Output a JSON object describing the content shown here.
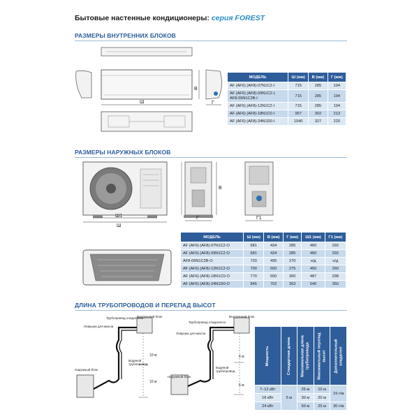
{
  "title": {
    "main": "Бытовые настенные кондиционеры:",
    "series": "серия FOREST"
  },
  "sections": {
    "indoor": "РАЗМЕРЫ ВНУТРЕННИХ БЛОКОВ",
    "outdoor": "РАЗМЕРЫ НАРУЖНЫХ БЛОКОВ",
    "piping": "ДЛИНА ТРУБОПРОВОДОВ И ПЕРЕПАД ВЫСОТ"
  },
  "indoor_dims": {
    "w": "Ш",
    "h": "В",
    "d": "Г"
  },
  "outdoor_dims": {
    "w": "Ш",
    "w1": "Ш1",
    "h": "В",
    "d": "Г",
    "d1": "Г1"
  },
  "indoor_table": {
    "headers": [
      "МОДЕЛЬ",
      "Ш (мм)",
      "В (мм)",
      "Г (мм)"
    ],
    "rows": [
      [
        "AF (AF6) (AF8)-07N1C2-I",
        "715",
        "285",
        "194"
      ],
      [
        "AF (AF6) (AF8)-09N1C2-I,\nAF8-09N1C2B-I",
        "715",
        "285",
        "194"
      ],
      [
        "AF (AF6) (AF8)-12N1C2-I",
        "715",
        "285",
        "194"
      ],
      [
        "AF (AF6) (AF8)-18N1C0-I",
        "957",
        "302",
        "213"
      ],
      [
        "AF (AF6) (AF8)-24N1D0-I",
        "1040",
        "327",
        "220"
      ]
    ]
  },
  "outdoor_table": {
    "headers": [
      "МОДЕЛЬ",
      "Ш (мм)",
      "В (мм)",
      "Г (мм)",
      "Ш1 (мм)",
      "Г1 (мм)"
    ],
    "rows": [
      [
        "AF (AF6) (AF8)-07N1C2-O",
        "681",
        "434",
        "285",
        "460",
        "292"
      ],
      [
        "AF (AF6) (AF8)-09N1C2-O",
        "681",
        "434",
        "285",
        "460",
        "292"
      ],
      [
        "AF8-09N1C2B-O",
        "720",
        "495",
        "270",
        "н/д",
        "н/д"
      ],
      [
        "AF (AF6) (AF8)-12N1C2-O",
        "700",
        "550",
        "275",
        "450",
        "260"
      ],
      [
        "AF (AF6) (AF8)-18N1C0-O",
        "770",
        "550",
        "300",
        "487",
        "298"
      ],
      [
        "AF (AF6) (AF8)-24N1D0-O",
        "845",
        "702",
        "363",
        "540",
        "350"
      ]
    ]
  },
  "piping_labels": {
    "refrigerant_pipe": "Трубопровод хладагента",
    "indoor_unit": "Внутренний блок",
    "oil_trap": "Ловушка для масла",
    "water_pipe": "Водяной трубопровод",
    "outdoor_unit": "Наружный блок",
    "left_h1": "10 м",
    "left_h2": "10 м",
    "right_h1": "6 м",
    "right_h2": "6 м"
  },
  "pipe_table": {
    "headers": [
      "Мощность",
      "Стандартная длина",
      "Максимальная длина трубопровода",
      "Максимальный перепад высот",
      "Дополнительный хладагент"
    ],
    "rows": [
      [
        "7–12 кВт",
        "",
        "25 м",
        "10 м",
        ""
      ],
      [
        "18 кВт",
        "5 м",
        "30 м",
        "20 м",
        "15 г/м"
      ],
      [
        "24 кВт",
        "",
        "50 м",
        "25 м",
        "30 г/м"
      ]
    ]
  },
  "colors": {
    "header_blue": "#2e5d9a",
    "row_light": "#dbe7f3",
    "row_dark": "#c7d9ec",
    "title_blue": "#2b5d9c",
    "accent": "#2a8fc4"
  }
}
